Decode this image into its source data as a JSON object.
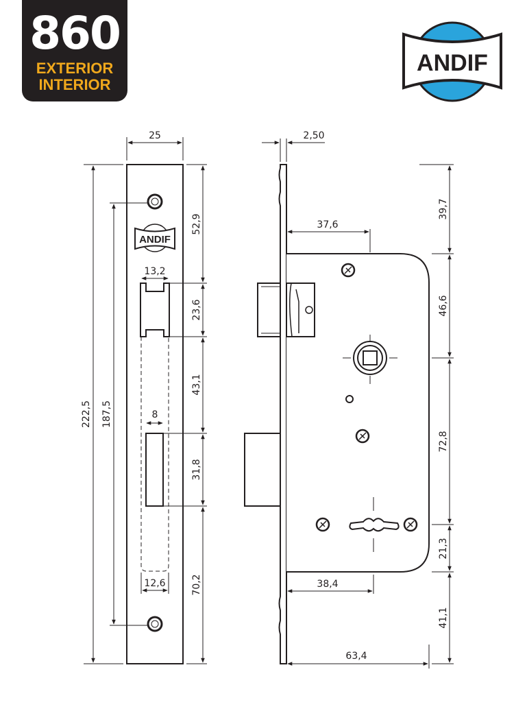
{
  "badge": {
    "model": "860",
    "line1": "EXTERIOR",
    "line2": "INTERIOR"
  },
  "logo": {
    "text": "ANDIF",
    "small_text": "ANDIF",
    "color_blue": "#2aa4dc"
  },
  "colors": {
    "ink": "#231f20",
    "badge_bg": "#231f20",
    "badge_text": "#f0a81c"
  },
  "faceplate_dims": {
    "width": "25",
    "height_total": "222,5",
    "screw_spacing": "187,5",
    "d1": "52,9",
    "d2": "23,6",
    "d3": "43,1",
    "d4": "31,8",
    "d5": "70,2",
    "latch_width": "13,2",
    "bolt_width": "8",
    "bottom_width": "12,6"
  },
  "body_dims": {
    "plate_thickness": "2,50",
    "backset": "37,6",
    "key_backset": "38,4",
    "depth": "63,4",
    "r1": "39,7",
    "r2": "46,6",
    "r3": "72,8",
    "r4": "21,3",
    "r5": "41,1"
  }
}
